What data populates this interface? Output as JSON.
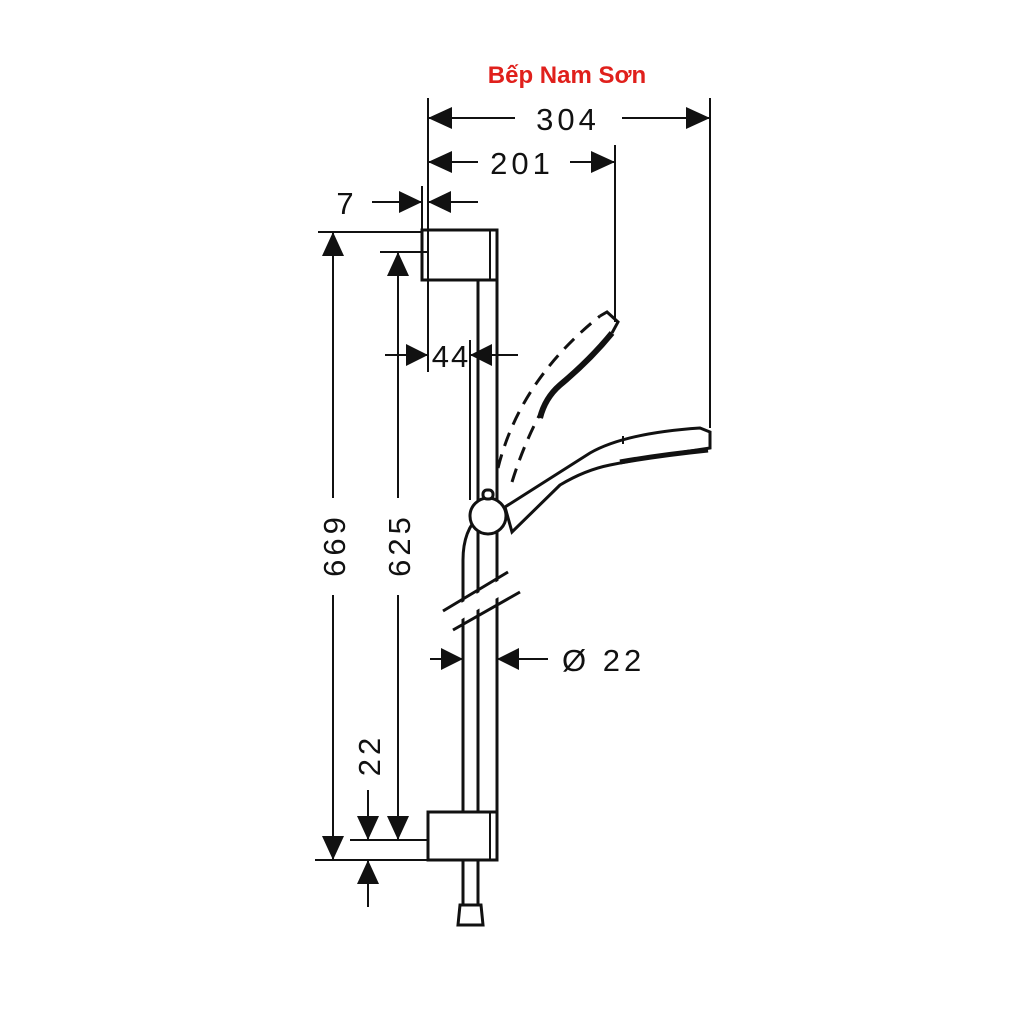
{
  "brand": {
    "text": "Bếp Nam Sơn",
    "color": "#e0201c"
  },
  "dimensions": {
    "overall_reach": "304",
    "head_reach": "201",
    "bracket_offset": "7",
    "rail_offset": "44",
    "total_height": "669",
    "bracket_spacing": "625",
    "bottom_offset": "22",
    "rail_diameter": "Ø 22"
  }
}
